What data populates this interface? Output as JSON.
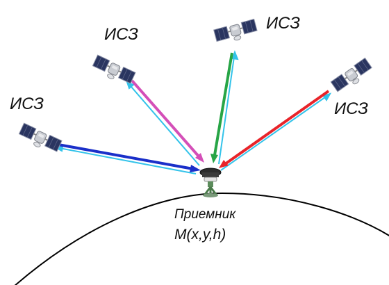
{
  "labels": {
    "satellite": "ИСЗ",
    "receiver": "Приемник",
    "receiver_coords": "M(x,y,h)"
  },
  "colors": {
    "background": "#ffffff",
    "earth_outline": "#000000",
    "return_signal": "#33c3ea",
    "signal_satellite_1": "#1a2fc9",
    "signal_satellite_2": "#d44fb8",
    "signal_satellite_3": "#27a546",
    "signal_satellite_4": "#e8242a",
    "solar_panel": "#2a3560",
    "satellite_body": "#c9ccd2",
    "receiver_base": "#5c8c5c"
  },
  "icons": {
    "satellite": "satellite-icon",
    "receiver": "gnss-receiver-icon"
  }
}
